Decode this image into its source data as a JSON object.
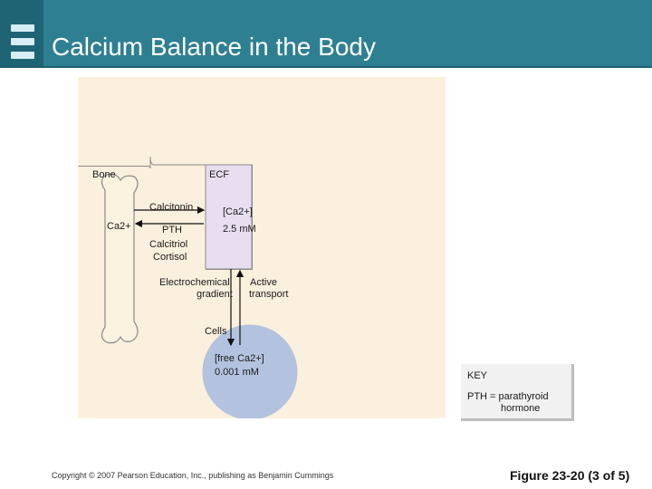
{
  "slide": {
    "title": "Calcium Balance in the Body"
  },
  "diagram": {
    "bone_label": "Bone",
    "ecf_label": "ECF",
    "bone_ion": "Ca2+",
    "calcitonin": "Calcitonin",
    "pth": "PTH",
    "calcitriol": "Calcitriol",
    "cortisol": "Cortisol",
    "ecf_conc_label": "[Ca2+]",
    "ecf_conc_value": "2.5 mM",
    "electrochemical_line1": "Electrochemical",
    "electrochemical_line2": "gradient",
    "active_line1": "Active",
    "active_line2": "transport",
    "cells_label": "Cells",
    "cell_conc_label": "[free Ca2+]",
    "cell_conc_value": "0.001 mM"
  },
  "key": {
    "title": "KEY",
    "line1": "PTH = parathyroid",
    "line2": "hormone"
  },
  "footer": {
    "copyright": "Copyright © 2007 Pearson Education, Inc., publishing as Benjamin Cummings",
    "figure": "Figure 23-20 (3 of 5)"
  },
  "colors": {
    "header": "#2e7f92",
    "panel": "#fbf0dd",
    "ecf_box": "#e8def0",
    "cell": "#b3c3df",
    "bone": "#fbf2df"
  }
}
